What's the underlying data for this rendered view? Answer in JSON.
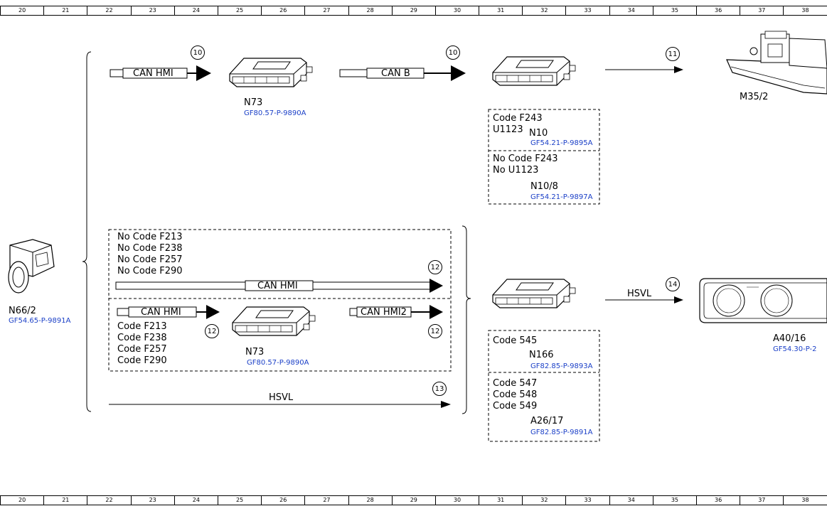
{
  "ruler": {
    "numbers": [
      "20",
      "21",
      "22",
      "23",
      "24",
      "25",
      "26",
      "27",
      "28",
      "29",
      "30",
      "31",
      "32",
      "33",
      "34",
      "35",
      "36",
      "37",
      "38"
    ]
  },
  "components": {
    "n66_2": {
      "name": "N66/2",
      "doc": "GF54.65-P-9891A"
    },
    "n73_top": {
      "name": "N73",
      "doc": "GF80.57-P-9890A"
    },
    "n73_bottom": {
      "name": "N73",
      "doc": "GF80.57-P-9890A"
    },
    "m35_2": {
      "name": "M35/2"
    },
    "n10": {
      "name": "N10",
      "doc": "GF54.21-P-9895A"
    },
    "n10_8": {
      "name": "N10/8",
      "doc": "GF54.21-P-9897A"
    },
    "n166": {
      "name": "N166",
      "doc": "GF82.85-P-9893A"
    },
    "a26_17": {
      "name": "A26/17",
      "doc": "GF82.85-P-9891A"
    },
    "a40_16": {
      "name": "A40/16",
      "doc": "GF54.30-P-2"
    }
  },
  "buses": {
    "can_hmi_1": "CAN HMI",
    "can_b": "CAN B",
    "can_hmi_long": "CAN HMI",
    "can_hmi_2": "CAN HMI",
    "can_hmi2": "CAN HMI2",
    "hsvl_bottom": "HSVL",
    "hsvl_right": "HSVL"
  },
  "codes": {
    "n10_box": "Code F243\nU1123",
    "n10_8_box": "No Code F243\nNo U1123",
    "no_code_group": "No Code F213\nNo Code F238\nNo Code F257\nNo Code F290",
    "code_group": "Code F213\nCode F238\nCode F257\nCode F290",
    "code_545": "Code 545",
    "code_547_group": "Code 547\nCode 548\nCode 549"
  },
  "markers": {
    "m10a": "10",
    "m10b": "10",
    "m11": "11",
    "m12a": "12",
    "m12b": "12",
    "m12c": "12",
    "m13": "13",
    "m14": "14"
  }
}
